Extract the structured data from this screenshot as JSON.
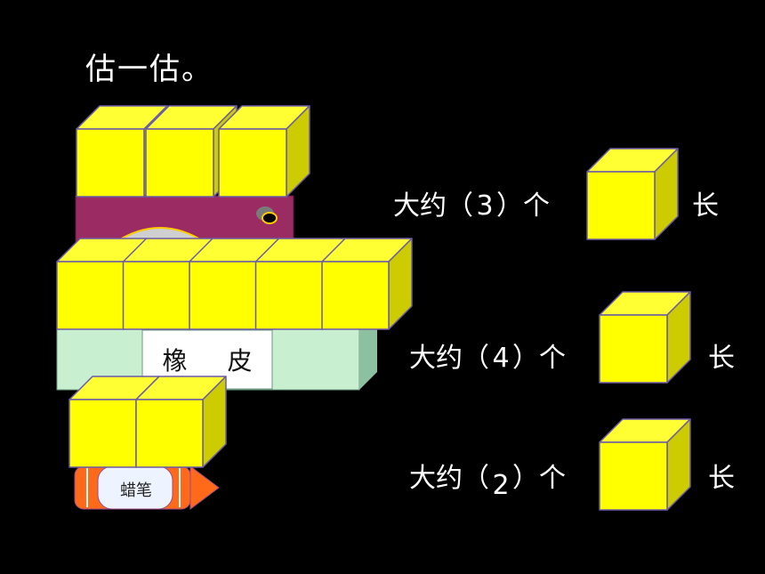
{
  "title": "估一估。",
  "colors": {
    "cube_front": "#ffff00",
    "cube_side": "#cccc00",
    "cube_top": "#ffff33",
    "cube_stroke": "#6b5aa8",
    "box_purple": "#9b2c63",
    "eraser_green": "#c8f0d0",
    "crayon_orange": "#ff6a1a"
  },
  "objects": {
    "eraser_label": "橡 皮",
    "crayon_label": "蜡笔"
  },
  "answers": [
    {
      "prefix": "大约（",
      "value": "3",
      "suffix": "）个",
      "unit": "长"
    },
    {
      "prefix": "大约（",
      "value": "4",
      "suffix": "）个",
      "unit": "长"
    },
    {
      "prefix": "大约（",
      "value": "2",
      "suffix": "）个",
      "unit": "长"
    }
  ]
}
